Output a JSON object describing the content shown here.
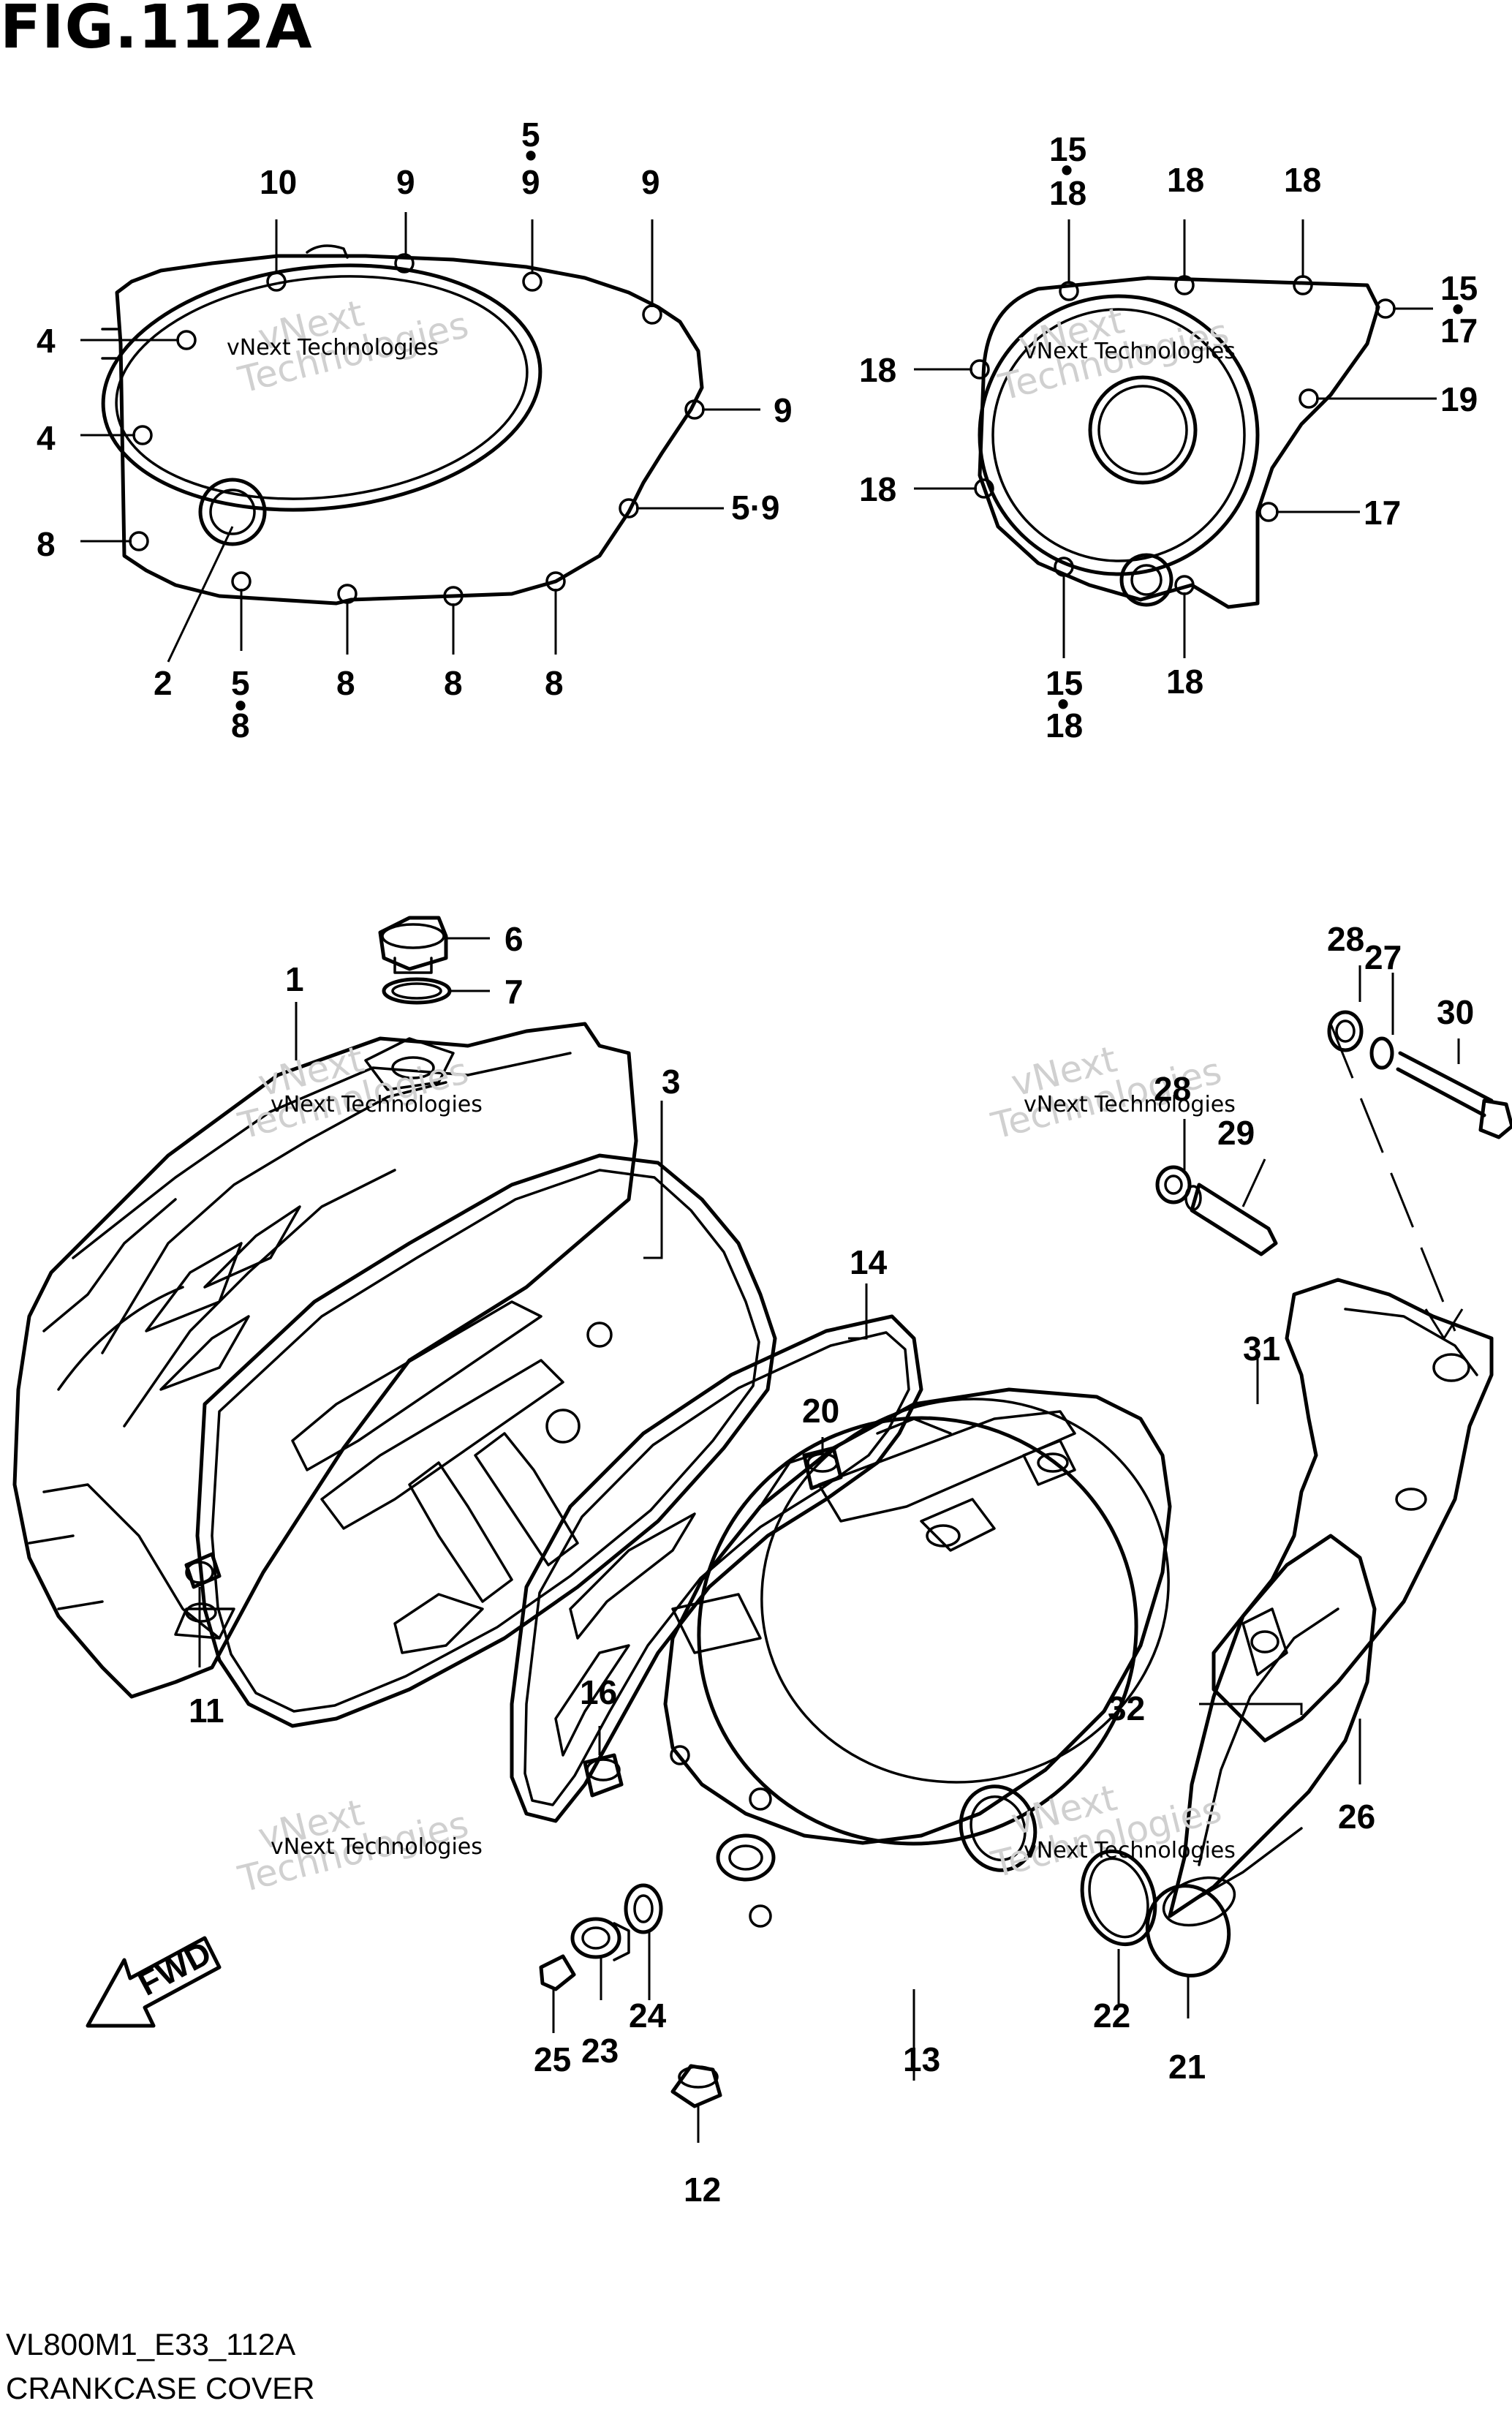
{
  "figure": {
    "title": "FIG.112A",
    "code": "VL800M1_E33_112A",
    "name": "CRANKCASE COVER"
  },
  "watermark": {
    "line1": "vNext Technologies",
    "line2": "vNext",
    "line3": "Technologies"
  },
  "fwd_label": "FWD",
  "callouts": {
    "c1": "1",
    "c2": "2",
    "c3": "3",
    "c4a": "4",
    "c4b": "4",
    "c5": "5",
    "c6": "6",
    "c7": "7",
    "c8": "8",
    "c9": "9",
    "c10": "10",
    "c11": "11",
    "c12": "12",
    "c13": "13",
    "c14": "14",
    "c15": "15",
    "c16": "16",
    "c17": "17",
    "c18": "18",
    "c19": "19",
    "c20": "20",
    "c21": "21",
    "c22": "22",
    "c23": "23",
    "c24": "24",
    "c25": "25",
    "c26": "26",
    "c27": "27",
    "c28": "28",
    "c29": "29",
    "c30": "30",
    "c31": "31",
    "c32": "32",
    "c5dot9": "5·9",
    "dot": "•"
  },
  "colors": {
    "line": "#000000",
    "watermark": "#d0d0d0",
    "background": "#ffffff"
  }
}
